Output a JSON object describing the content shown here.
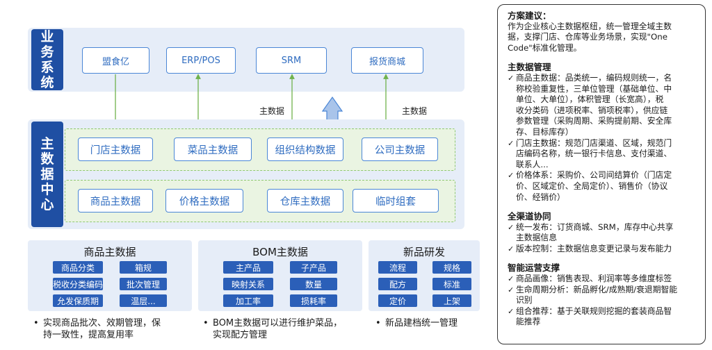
{
  "business": {
    "label_chars": [
      "业",
      "务",
      "系",
      "统"
    ],
    "systems": [
      "盟食亿",
      "ERP/POS",
      "SRM",
      "报货商城"
    ]
  },
  "flows": {
    "left_label": "主数据",
    "right_label": "主数据"
  },
  "mdm": {
    "label_chars": [
      "主",
      "数",
      "据",
      "中",
      "心"
    ],
    "row1": [
      "门店主数据",
      "菜品主数据",
      "组织结构数据",
      "公司主数据"
    ],
    "row2": [
      "商品主数据",
      "价格主数据",
      "仓库主数据",
      "临时组套"
    ]
  },
  "panels": [
    {
      "title": "商品主数据",
      "chips": [
        "商品分类",
        "箱规",
        "税收分类编码",
        "批次管理",
        "允发保质期",
        "温层..."
      ],
      "bullet_lines": [
        "实现商品批次、效期管理，保",
        "持一致性，提高复用率"
      ]
    },
    {
      "title": "BOM主数据",
      "chips": [
        "主产品",
        "子产品",
        "映射关系",
        "数量",
        "加工率",
        "损耗率"
      ],
      "bullet_lines": [
        "BOM主数据可以进行维护菜品，",
        "实现配方管理"
      ]
    },
    {
      "title": "新品研发",
      "chips": [
        "流程",
        "规格",
        "配方",
        "标准",
        "定价",
        "上架"
      ],
      "bullet_lines": [
        "新品建档统一管理"
      ]
    }
  ],
  "sidebar": {
    "intro_title": "方案建议：",
    "intro_lines": [
      "作为企业核心主数据枢纽，统一管理全域主数",
      "据，支撑门店、仓库等业务场景，实现\"One",
      "Code\"标准化管理。"
    ],
    "sections": [
      {
        "title": "主数据管理",
        "items": [
          [
            "商品主数据：品类统一，编码规则统一，名",
            "称校验重复性，三单位管理（基础单位、中",
            "单位、大单位），体积管理（长宽高），税",
            "收分类码（进项税率、销项税率），供应链",
            "参数管理（采购周期、采购提前期、安全库",
            "存、目标库存）"
          ],
          [
            "门店主数据：规范门店渠道、区域，规范门",
            "店编码名称，统一银行卡信息、支付渠道、",
            "联系人..."
          ],
          [
            "价格体系：采购价、公司间结算价（门店定",
            "价、区域定价、全局定价）、销售价（协议",
            "价、经销价）"
          ]
        ]
      },
      {
        "title": "全渠道协同",
        "items": [
          [
            "统一发布：订货商城、SRM，库存中心共享",
            "主数据信息"
          ],
          [
            "版本控制：主数据信息变更记录与发布能力"
          ]
        ]
      },
      {
        "title": "智能运营支撑",
        "items": [
          [
            "商品画像：销售表现、利润率等多维度标签"
          ],
          [
            "生命周期分析：新品孵化/成熟期/衰退期智能",
            "识别"
          ],
          [
            "组合推荐：基于关联规则挖掘的套装商品智",
            "能推荐"
          ]
        ]
      }
    ]
  },
  "colors": {
    "accent_blue": "#1f4fa3",
    "box_border": "#4a86d6",
    "band_bg": "#e6edf8",
    "group_bg": "#eaf4e2",
    "arrow_green": "#6fb24c",
    "big_arrow": "#a9c4ea"
  }
}
